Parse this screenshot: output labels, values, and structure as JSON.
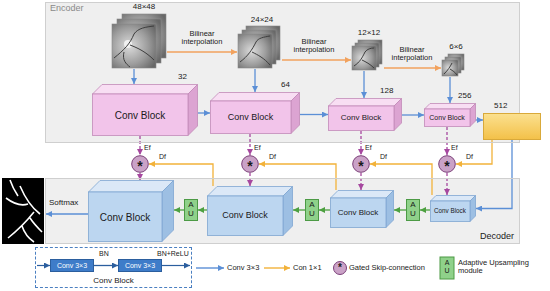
{
  "diagram": {
    "nodes": [
      {
        "text": [
          "Encoder"
        ]
      },
      {
        "text": [
          "Conv Block"
        ],
        "in": 0
      },
      {
        "text": [
          "Conv Block"
        ],
        "in": 0
      },
      {
        "text": [
          "Conv Block"
        ],
        "in": 0
      },
      {
        "text": [
          "Conv Block"
        ],
        "in": 0
      },
      {
        "text": [
          "512"
        ]
      },
      {
        "text": [
          "*"
        ]
      },
      {
        "text": [
          "*"
        ]
      },
      {
        "text": [
          "*"
        ]
      },
      {
        "text": [
          "*"
        ]
      },
      {
        "text": [
          "Decoder"
        ]
      },
      {
        "text": [
          "Conv Block"
        ],
        "in": 10
      },
      {
        "text": [
          "A U"
        ],
        "in": 10
      },
      {
        "text": [
          "Conv Block"
        ],
        "in": 10
      },
      {
        "text": [
          "A U"
        ],
        "in": 10
      },
      {
        "text": [
          "Conv Block"
        ],
        "in": 10
      },
      {
        "text": [
          "A U"
        ],
        "in": 10
      },
      {
        "text": [
          "Conv Block"
        ],
        "in": 10
      },
      {
        "text": [
          "Conv Block"
        ]
      },
      {
        "text": [
          "Conv 3×3"
        ],
        "in": 18
      },
      {
        "text": [
          "Conv 3×3"
        ],
        "in": 18
      }
    ],
    "edges": [
      {
        "from": 1,
        "to": 2,
        "arrow": "to"
      },
      {
        "from": 2,
        "to": 3,
        "arrow": "to"
      },
      {
        "from": 3,
        "to": 4,
        "arrow": "to"
      },
      {
        "from": 4,
        "to": 5,
        "arrow": "to"
      },
      {
        "from": 1,
        "to": 6,
        "arrow": "to"
      },
      {
        "from": 2,
        "to": 7,
        "arrow": "to"
      },
      {
        "from": 3,
        "to": 8,
        "arrow": "to"
      },
      {
        "from": 4,
        "to": 9,
        "arrow": "to"
      },
      {
        "from": 6,
        "to": 11,
        "arrow": "to"
      },
      {
        "from": 7,
        "to": 13,
        "arrow": "to"
      },
      {
        "from": 8,
        "to": 15,
        "arrow": "to"
      },
      {
        "from": 9,
        "to": 17,
        "arrow": "to"
      },
      {
        "from": 5,
        "to": 9,
        "arrow": "to"
      },
      {
        "from": 17,
        "to": 8,
        "arrow": "to"
      },
      {
        "from": 15,
        "to": 7,
        "arrow": "to"
      },
      {
        "from": 13,
        "to": 6,
        "arrow": "to"
      },
      {
        "from": 5,
        "to": 17,
        "arrow": "to"
      },
      {
        "from": 17,
        "to": 16,
        "arrow": "to"
      },
      {
        "from": 16,
        "to": 15,
        "arrow": "to"
      },
      {
        "from": 15,
        "to": 14,
        "arrow": "to"
      },
      {
        "from": 14,
        "to": 13,
        "arrow": "to"
      },
      {
        "from": 13,
        "to": 12,
        "arrow": "to"
      },
      {
        "from": 12,
        "to": 11,
        "arrow": "to"
      },
      {
        "from": 19,
        "to": 20,
        "arrow": "to"
      }
    ],
    "labels": [
      "48×48",
      "24×24",
      "12×12",
      "6×6",
      "Bilinear interpolation",
      "Bilinear interpolation",
      "Bilinear interpolation",
      "32",
      "64",
      "128",
      "256",
      "Ef",
      "Df",
      "Ef",
      "Df",
      "Ef",
      "Df",
      "Ef",
      "Df",
      "Softmax",
      "BN",
      "BN+ReLU",
      "*",
      "A U"
    ],
    "legend": [
      {
        "text": "Conv 3×3"
      },
      {
        "text": "Con 1×1"
      },
      {
        "text": "Gated Skip-connection"
      },
      {
        "text": "Adaptive Upsampling module"
      }
    ]
  }
}
